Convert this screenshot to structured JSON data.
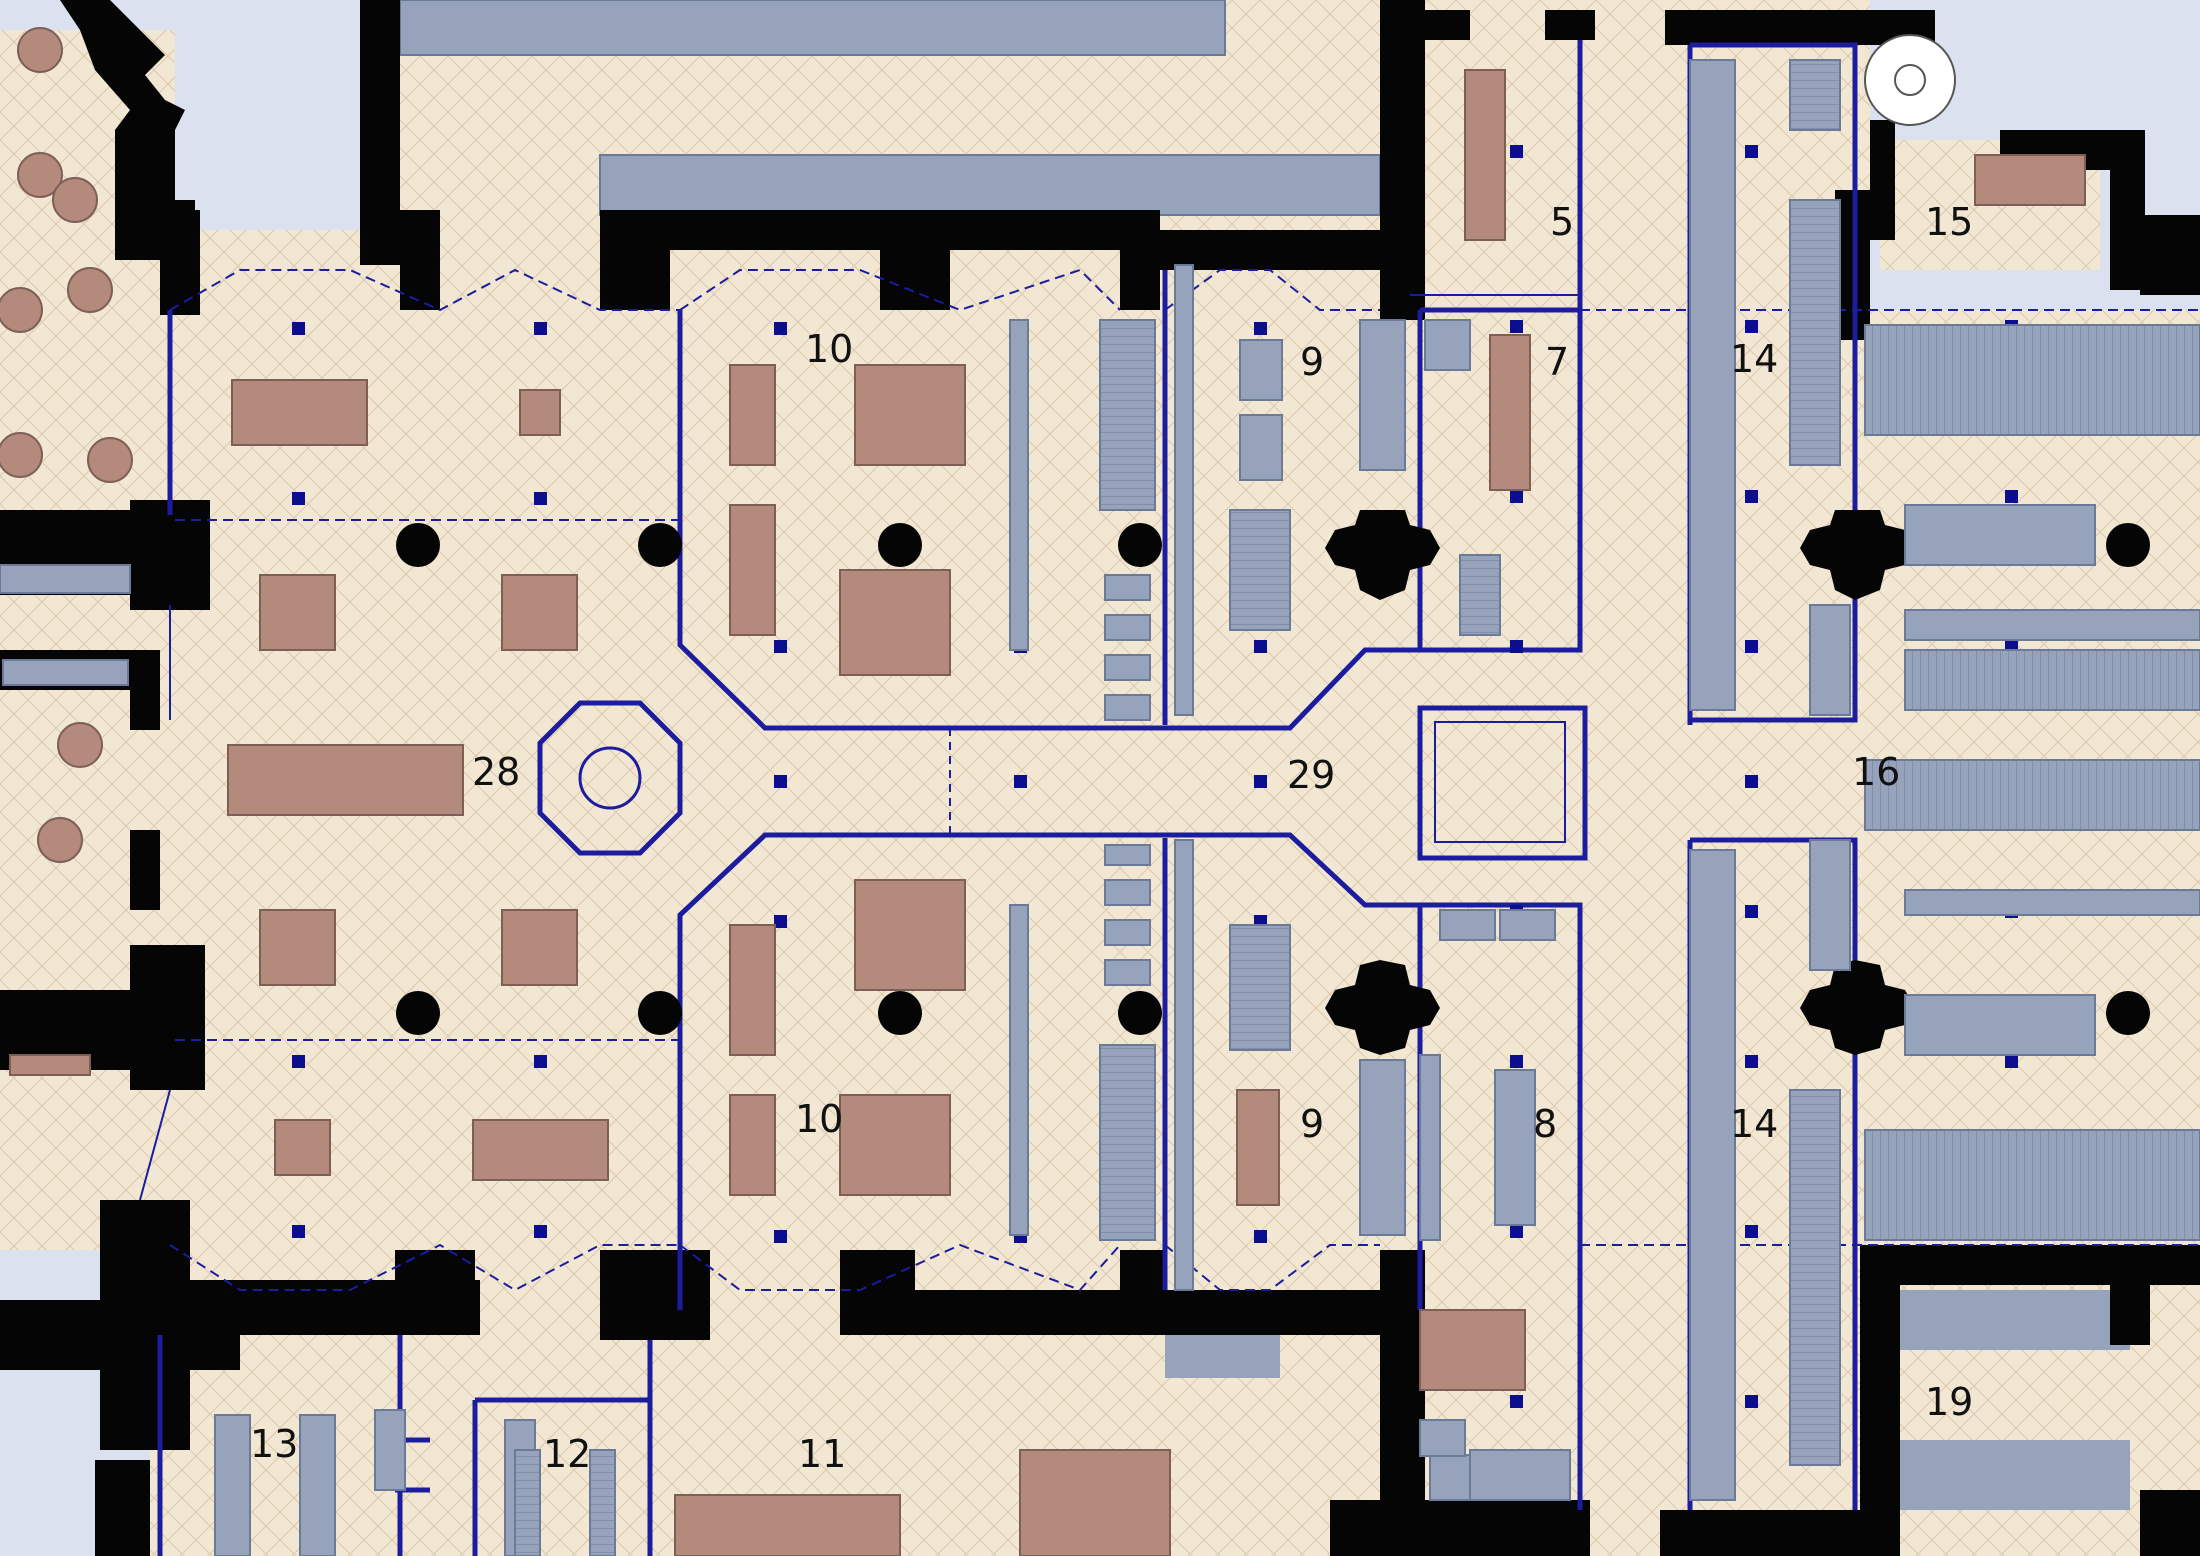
{
  "colors": {
    "floor": "#f2e7d3",
    "tile_line": "#d8c6ad",
    "wall": "#050505",
    "partition": "#1c1c9e",
    "furniture_wood": "#b48a7c",
    "furniture_grey": "#96a3bb",
    "furniture_outline": "#6b7a99",
    "outside": "#dbe1ee",
    "marker": "#0d0d8f"
  },
  "rooms": [
    {
      "id": "r5",
      "label": "5"
    },
    {
      "id": "r7",
      "label": "7"
    },
    {
      "id": "r8",
      "label": "8"
    },
    {
      "id": "r9a",
      "label": "9"
    },
    {
      "id": "r9b",
      "label": "9"
    },
    {
      "id": "r10a",
      "label": "10"
    },
    {
      "id": "r10b",
      "label": "10"
    },
    {
      "id": "r11",
      "label": "11"
    },
    {
      "id": "r12",
      "label": "12"
    },
    {
      "id": "r13",
      "label": "13"
    },
    {
      "id": "r14a",
      "label": "14"
    },
    {
      "id": "r14b",
      "label": "14"
    },
    {
      "id": "r15",
      "label": "15"
    },
    {
      "id": "r16",
      "label": "16"
    },
    {
      "id": "r19",
      "label": "19"
    },
    {
      "id": "r28",
      "label": "28"
    },
    {
      "id": "r29",
      "label": "29"
    }
  ]
}
